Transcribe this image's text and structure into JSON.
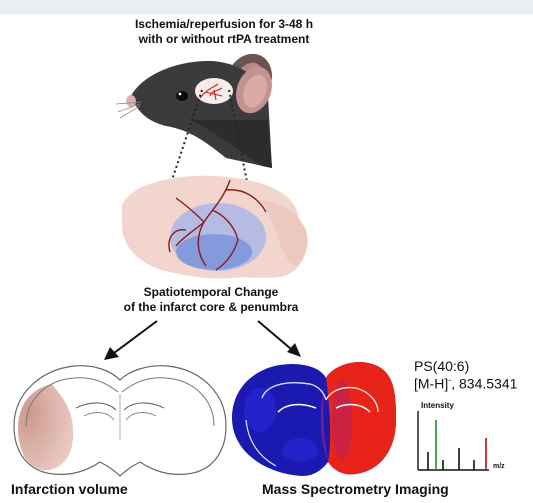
{
  "title": {
    "line1": "Ischemia/reperfusion for 3-48 h",
    "line2": "with or without rtPA treatment"
  },
  "middle_caption": {
    "line1": "Spatiotemporal Change",
    "line2": "of the infarct core & penumbra"
  },
  "left_panel": {
    "label": "Infarction volume"
  },
  "right_panel": {
    "label": "Mass  Spectrometry Imaging",
    "lipid": "PS(40:6)",
    "ion_prefix": "[M-H]",
    "ion_superscript": "-",
    "ion_mass": ", 834.5341",
    "y_axis_label": "Intensity",
    "x_axis_label": "m/z"
  },
  "colors": {
    "mouse_fur": "#3b3b3d",
    "brain_pink": "#f2d6cd",
    "vessel": "#8b1a1a",
    "penumbra_blue": "#aab6e6",
    "core_blue": "#7f97dc",
    "infarct_pink": "#d7aba0",
    "msi_blue": "#1a1ab0",
    "msi_red": "#e8241a",
    "peak_green": "#3a9a3a",
    "peak_red": "#c62020"
  },
  "icons": [
    "mouse-head-icon",
    "brain-side-view-icon",
    "arrow-down-left-icon",
    "arrow-down-right-icon",
    "brain-slice-icon",
    "ms-image-icon",
    "mass-spectrum-icon"
  ]
}
